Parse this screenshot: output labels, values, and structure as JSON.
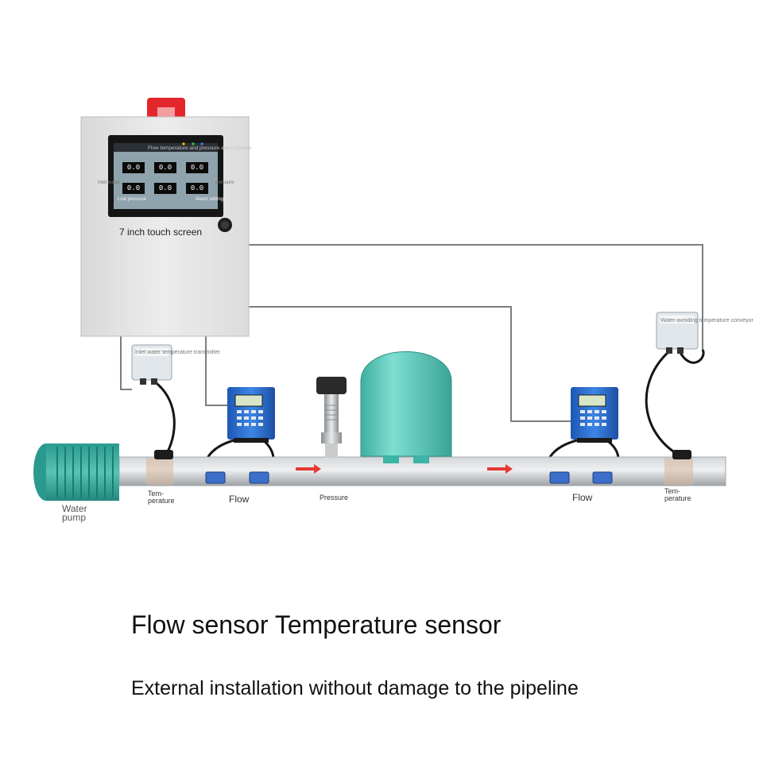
{
  "control_cabinet": {
    "screen_title": "Flow temperature and pressure alarm system",
    "screen_caption": "7 inch touch screen",
    "hmi_left_note": "Inlet water",
    "hmi_right_note": "pressure",
    "readings": [
      "0.0",
      "0.0",
      "0.0",
      "0.0",
      "0.0",
      "0.0"
    ],
    "tab_alarm_settings": "Alarm settings",
    "tab_home": "Low pressure"
  },
  "labels": {
    "inlet_transmitter": "Inlet water temperature transmitter",
    "outlet_transmitter": "Water-avoiding temperature conveyor",
    "water_pump_line1": "Water",
    "water_pump_line2": "pump",
    "temp_left_line1": "Tem-",
    "temp_left_line2": "perature",
    "flow_left": "Flow",
    "pressure": "Pressure",
    "flow_right": "Flow",
    "temp_right_line1": "Tem-",
    "temp_right_line2": "perature"
  },
  "captions": {
    "headline": "Flow sensor Temperature sensor",
    "subline": "External installation without damage to the pipeline"
  },
  "colors": {
    "cabinet": "#e6e6e6",
    "pipe": "#b9bcbf",
    "tank": "#5cc9bd",
    "pump": "#2fa599",
    "flowmeter": "#2b6fd0",
    "alarm_light": "#e3262b",
    "flow_arrow": "#e53935"
  }
}
